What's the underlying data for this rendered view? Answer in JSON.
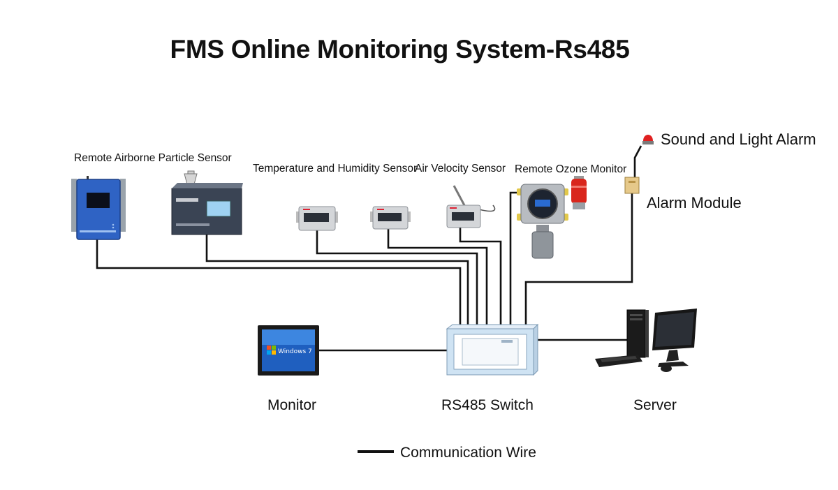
{
  "diagram": {
    "title": "FMS Online Monitoring System-Rs485",
    "labels": {
      "particle_sensor": "Remote Airborne Particle Sensor",
      "temp_humidity_sensor": "Temperature and Humidity Sensor",
      "air_velocity_sensor": "Air Velocity Sensor",
      "ozone_monitor": "Remote Ozone Monitor",
      "sound_light_alarm": "Sound and Light Alarm",
      "alarm_module": "Alarm Module",
      "monitor": "Monitor",
      "rs485_switch": "RS485 Switch",
      "server": "Server"
    },
    "legend": {
      "wire_label": "Communication Wire"
    },
    "monitor_screen_text": "Windows 7",
    "colors": {
      "wire": "#111111",
      "particle_sensor_body": "#2f63c4",
      "switch_body": "#cfe3f3",
      "alarm_light": "#e02020",
      "alarm_module_body": "#e6c98a",
      "monitor_screen": "#1f5fbf"
    },
    "icons": [
      "particle-sensor-icon",
      "particle-counter-icon",
      "sensor-box-icon",
      "air-velocity-probe-icon",
      "ozone-monitor-icon",
      "alarm-light-icon",
      "alarm-module-icon",
      "monitor-icon",
      "rs485-switch-icon",
      "server-computer-icon"
    ]
  }
}
